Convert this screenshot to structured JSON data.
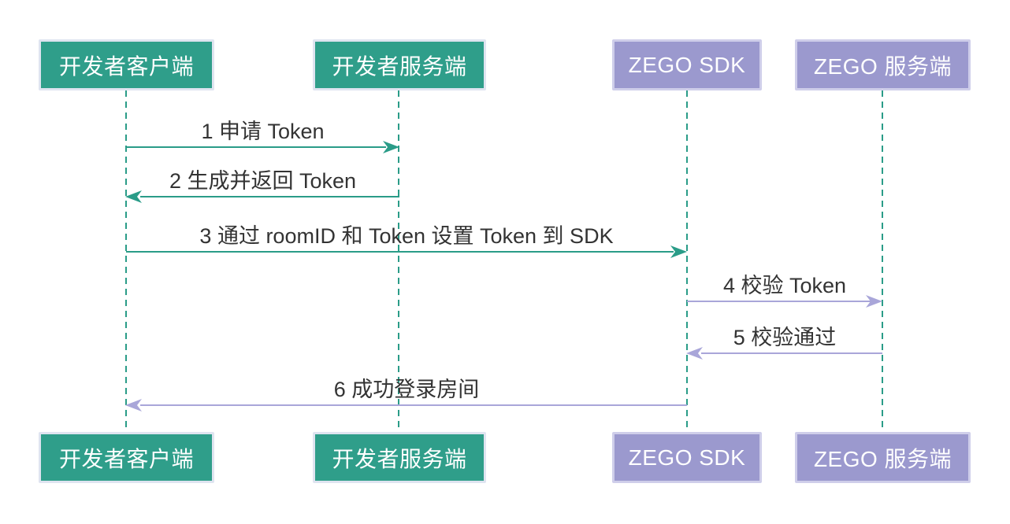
{
  "diagram": {
    "type": "sequence",
    "participants": [
      {
        "id": "dev-client",
        "label": "开发者客户端",
        "theme": "green"
      },
      {
        "id": "dev-server",
        "label": "开发者服务端",
        "theme": "green"
      },
      {
        "id": "zego-sdk",
        "label": "ZEGO SDK",
        "theme": "purple"
      },
      {
        "id": "zego-server",
        "label": "ZEGO 服务端",
        "theme": "purple"
      }
    ],
    "messages": [
      {
        "seq": 1,
        "label": "1 申请 Token",
        "from": "开发者客户端",
        "to": "开发者服务端",
        "direction": "right",
        "color": "teal"
      },
      {
        "seq": 2,
        "label": "2 生成并返回 Token",
        "from": "开发者服务端",
        "to": "开发者客户端",
        "direction": "left",
        "color": "teal"
      },
      {
        "seq": 3,
        "label": "3 通过 roomID 和 Token 设置 Token 到 SDK",
        "from": "开发者客户端",
        "to": "ZEGO SDK",
        "direction": "right",
        "color": "teal"
      },
      {
        "seq": 4,
        "label": "4 校验 Token",
        "from": "ZEGO SDK",
        "to": "ZEGO 服务端",
        "direction": "right",
        "color": "purple"
      },
      {
        "seq": 5,
        "label": "5 校验通过",
        "from": "ZEGO 服务端",
        "to": "ZEGO SDK",
        "direction": "left",
        "color": "purple"
      },
      {
        "seq": 6,
        "label": "6 成功登录房间",
        "from": "ZEGO SDK",
        "to": "开发者客户端",
        "direction": "left",
        "color": "purple"
      }
    ]
  },
  "colors": {
    "teal": "#2a9c88",
    "purple-arrow": "#a9a6d9",
    "green-box": "#2f9e8a",
    "green-box-border": "#dfe4f0",
    "purple-box": "#9b99ce",
    "purple-box-border": "#cfceea",
    "text": "#333333",
    "background": "#ffffff"
  }
}
